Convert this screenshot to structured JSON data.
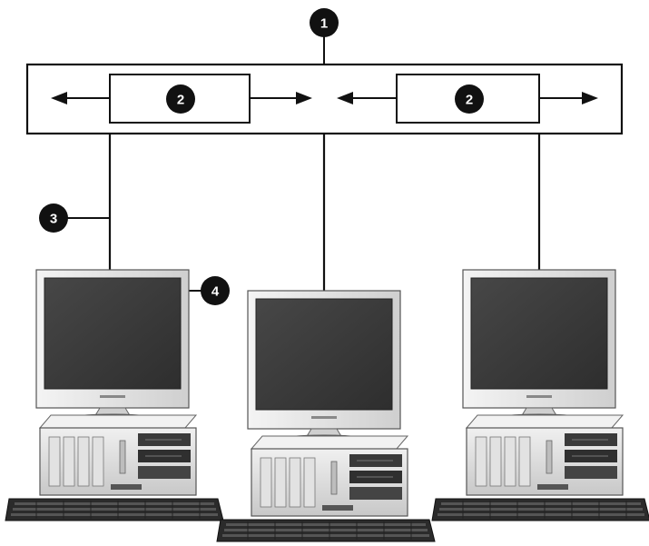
{
  "callouts": {
    "c1": "1",
    "c2a": "2",
    "c2b": "2",
    "c3": "3",
    "c4": "4"
  },
  "colors": {
    "line": "#111111",
    "screen": "#3a3a3a",
    "bezel": "#e4e4e4",
    "case": "#d8d8d8",
    "keyboard": "#2b2b2b"
  }
}
